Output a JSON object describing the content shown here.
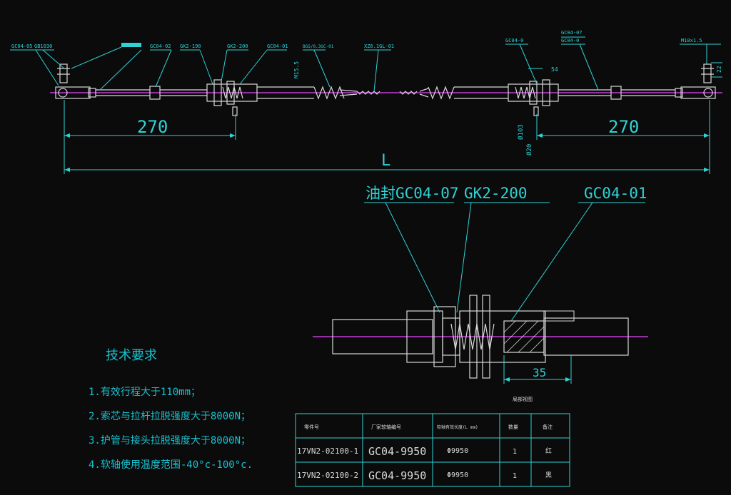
{
  "colors": {
    "background": "#0b0b0b",
    "dimension_line": "#2fd3d6",
    "outline": "#d8d8d8",
    "centerline": "#c23cd6",
    "annotation_text": "#18c0d0"
  },
  "top_view": {
    "labels": {
      "l1": "GC04-05",
      "l2": "GB1030",
      "l3": "GC04-02",
      "l4": "GK2-190",
      "l5": "GK2-200",
      "l6": "GC04-01",
      "l7": "BGS/0.3GC-01",
      "l8": "XZ6.1GL-01",
      "r1": "GC04-0",
      "r2": "GC04-07",
      "r3": "GC04-0",
      "r4": "M10x1.5"
    },
    "dims": {
      "left_len": "270",
      "right_len": "270",
      "total": "L",
      "d1": "M15.5",
      "d2": "Ø103",
      "d3": "Ø20",
      "d4": "54",
      "d5": "22"
    }
  },
  "detail_view": {
    "labels": {
      "oil_seal": "油封GC04-07",
      "spring": "GK2-200",
      "nut": "GC04-01"
    },
    "dim_35": "35",
    "caption": "局部视图"
  },
  "requirements": {
    "title": "技术要求",
    "items": [
      "1.有效行程大于110mm；",
      "2.索芯与拉杆拉脱强度大于8000N；",
      "3.护管与接头拉脱强度大于8000N；",
      "4.软轴使用温度范围-40°c-100°c."
    ]
  },
  "parts_table": {
    "headers": [
      "零件号",
      "厂家软轴编号",
      "软轴有效长度(L mm)",
      "数量",
      "备注"
    ],
    "rows": [
      [
        "17VN2-02100-1",
        "GC04-9950",
        "Φ9950",
        "1",
        "红"
      ],
      [
        "17VN2-02100-2",
        "GC04-9950",
        "Φ9950",
        "1",
        "黑"
      ]
    ]
  }
}
